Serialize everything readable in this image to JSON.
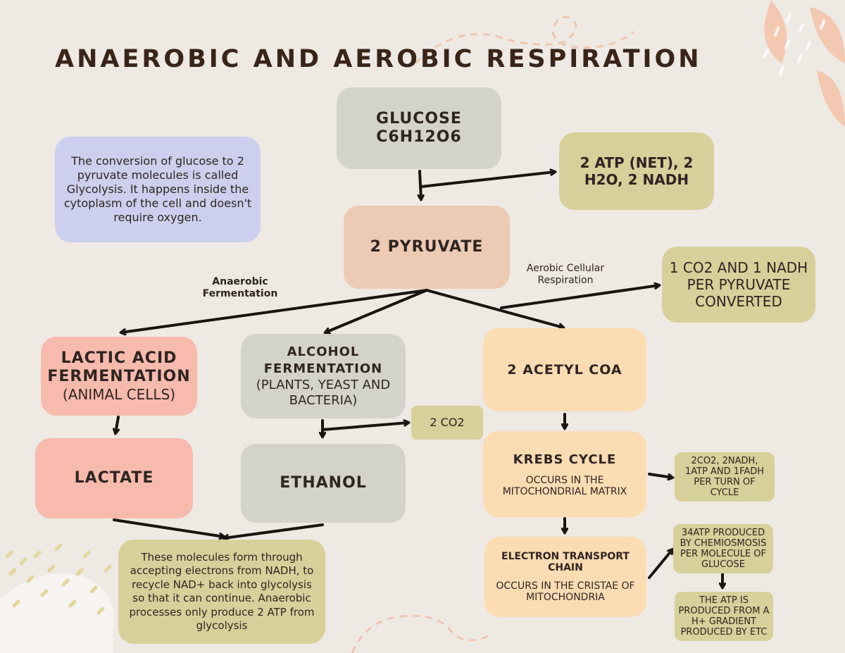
{
  "title": "ANAEROBIC AND AEROBIC RESPIRATION",
  "nodes": {
    "glucose": {
      "line1": "GLUCOSE",
      "line2": "C6H12O6"
    },
    "glycolysis_products": "2 ATP (NET), 2 H2O, 2 NADH",
    "glycolysis_note": "The conversion of glucose to 2 pyruvate molecules is called Glycolysis. It happens inside the cytoplasm of the cell and doesn't require oxygen.",
    "pyruvate": "2 PYRUVATE",
    "label_anaerobic": "Anaerobic Fermentation",
    "label_aerobic": "Aerobic Cellular Respiration",
    "co2_nadh": "1 CO2 AND 1 NADH PER PYRUVATE CONVERTED",
    "lactic": {
      "line1": "LACTIC ACID FERMENTATION",
      "line2": "(ANIMAL CELLS)"
    },
    "alcohol": {
      "line1": "ALCOHOL FERMENTATION",
      "line2": "(PLANTS, YEAST AND BACTERIA)"
    },
    "acetyl": "2 ACETYL COA",
    "co2_small": "2 CO2",
    "lactate": "LACTATE",
    "ethanol": "ETHANOL",
    "krebs": {
      "title": "KREBS CYCLE",
      "desc": "OCCURS IN THE MITOCHONDRIAL MATRIX"
    },
    "krebs_products": "2CO2, 2NADH, 1ATP AND 1FADH PER TURN OF CYCLE",
    "etc": {
      "title": "ELECTRON TRANSPORT CHAIN",
      "desc": "OCCURS IN THE CRISTAE OF MITOCHONDRIA"
    },
    "etc_atp": "34ATP PRODUCED BY CHEMIOSMOSIS PER MOLECULE OF GLUCOSE",
    "atp_gradient": "THE ATP IS PRODUCED FROM A H+ GRADIENT PRODUCED BY ETC",
    "fermentation_note": "These molecules form through accepting electrons from NADH, to recycle NAD+ back into glycolysis so that it can continue. Anaerobic processes only produce 2 ATP from glycolysis"
  },
  "colors": {
    "background": "#efe9e4",
    "gray": "#d3d3cb",
    "khaki": "#d7d09b",
    "peach": "#edcab4",
    "salmon": "#f7bbae",
    "cream": "#fbdcb3",
    "lavender": "#ccd0ee",
    "arrow": "#1a1410"
  }
}
